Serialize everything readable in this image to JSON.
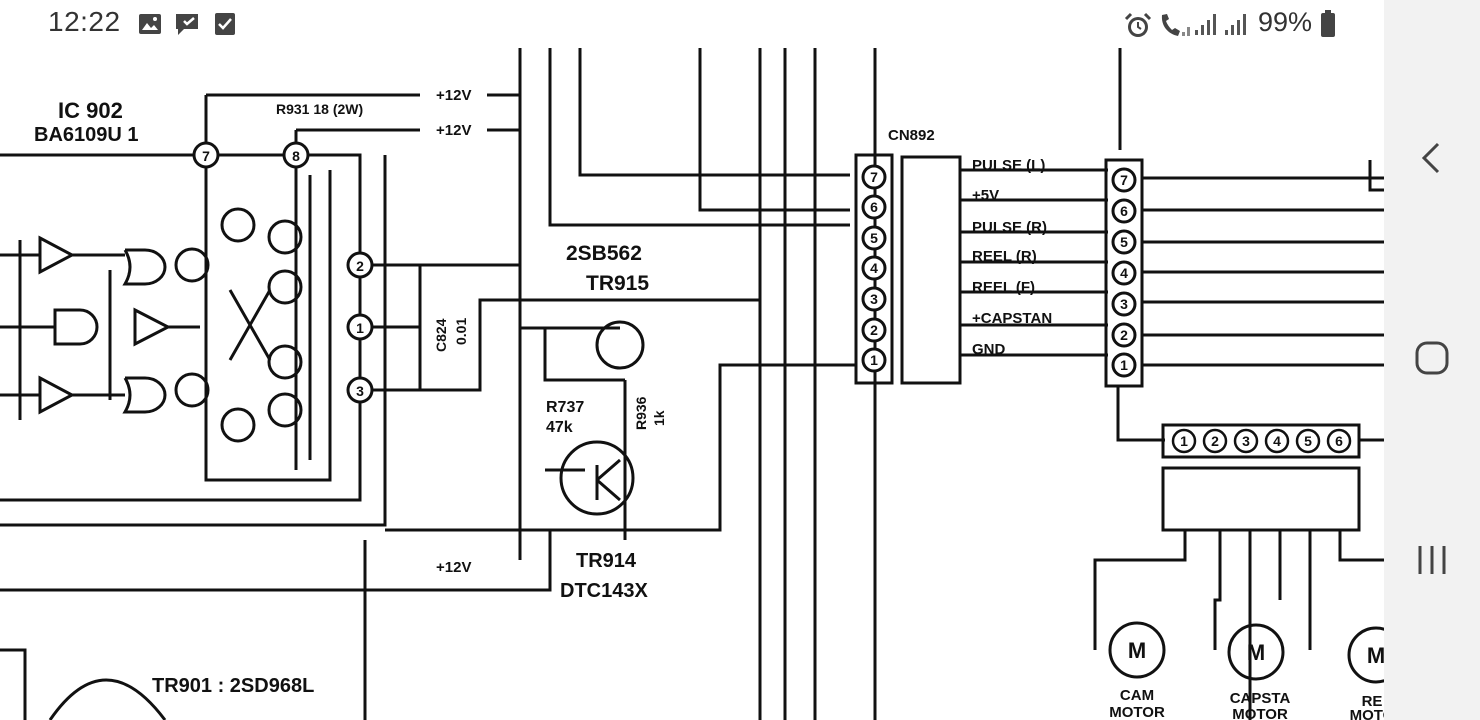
{
  "status_bar": {
    "time": "12:22",
    "battery_percent": "99%",
    "left_icons": [
      "image-icon",
      "chat-check-icon",
      "checkbox-icon"
    ],
    "right_icons": [
      "alarm-icon",
      "wifi-calling-icon",
      "signal-icon",
      "signal-icon",
      "battery-icon"
    ]
  },
  "schematic": {
    "ic_labels": {
      "ic_name": "IC 902",
      "ic_part": "BA6109U 1"
    },
    "resistor_r931": "R931  18 (2W)",
    "supply_12v_1": "+12V",
    "supply_12v_2": "+12V",
    "supply_12v_3": "+12V",
    "connector_cn892": "CN892",
    "transistor_tr915_part": "2SB562",
    "transistor_tr915_name": "TR915",
    "capacitor_c824_name": "C824",
    "capacitor_c824_value": "0.01",
    "resistor_r737_name": "R737",
    "resistor_r737_value": "47k",
    "resistor_r936_name": "R936",
    "resistor_r936_value": "1k",
    "transistor_tr914_name": "TR914",
    "transistor_tr914_part": "DTC143X",
    "transistor_tr901": "TR901 : 2SD968L",
    "ic_pins": [
      "7",
      "8",
      "2",
      "1",
      "3"
    ],
    "signals": [
      {
        "pin": "7",
        "name": "PULSE (L)"
      },
      {
        "pin": "6",
        "name": "+5V"
      },
      {
        "pin": "5",
        "name": "PULSE (R)"
      },
      {
        "pin": "4",
        "name": "REEL (R)"
      },
      {
        "pin": "3",
        "name": "REEL (F)"
      },
      {
        "pin": "2",
        "name": "+CAPSTAN"
      },
      {
        "pin": "1",
        "name": "GND"
      }
    ],
    "bottom_connector_pins": [
      "1",
      "2",
      "3",
      "4",
      "5",
      "6"
    ],
    "motors": [
      {
        "symbol": "M",
        "label_line1": "CAM",
        "label_line2": "MOTOR"
      },
      {
        "symbol": "M",
        "label_line1": "CAPSTA",
        "label_line2": "MOTOR"
      },
      {
        "symbol": "M",
        "label_line1": "RE",
        "label_line2": "MOTO"
      }
    ]
  },
  "nav_bar": {
    "buttons": [
      "back-icon",
      "home-icon",
      "recent-apps-icon"
    ]
  }
}
